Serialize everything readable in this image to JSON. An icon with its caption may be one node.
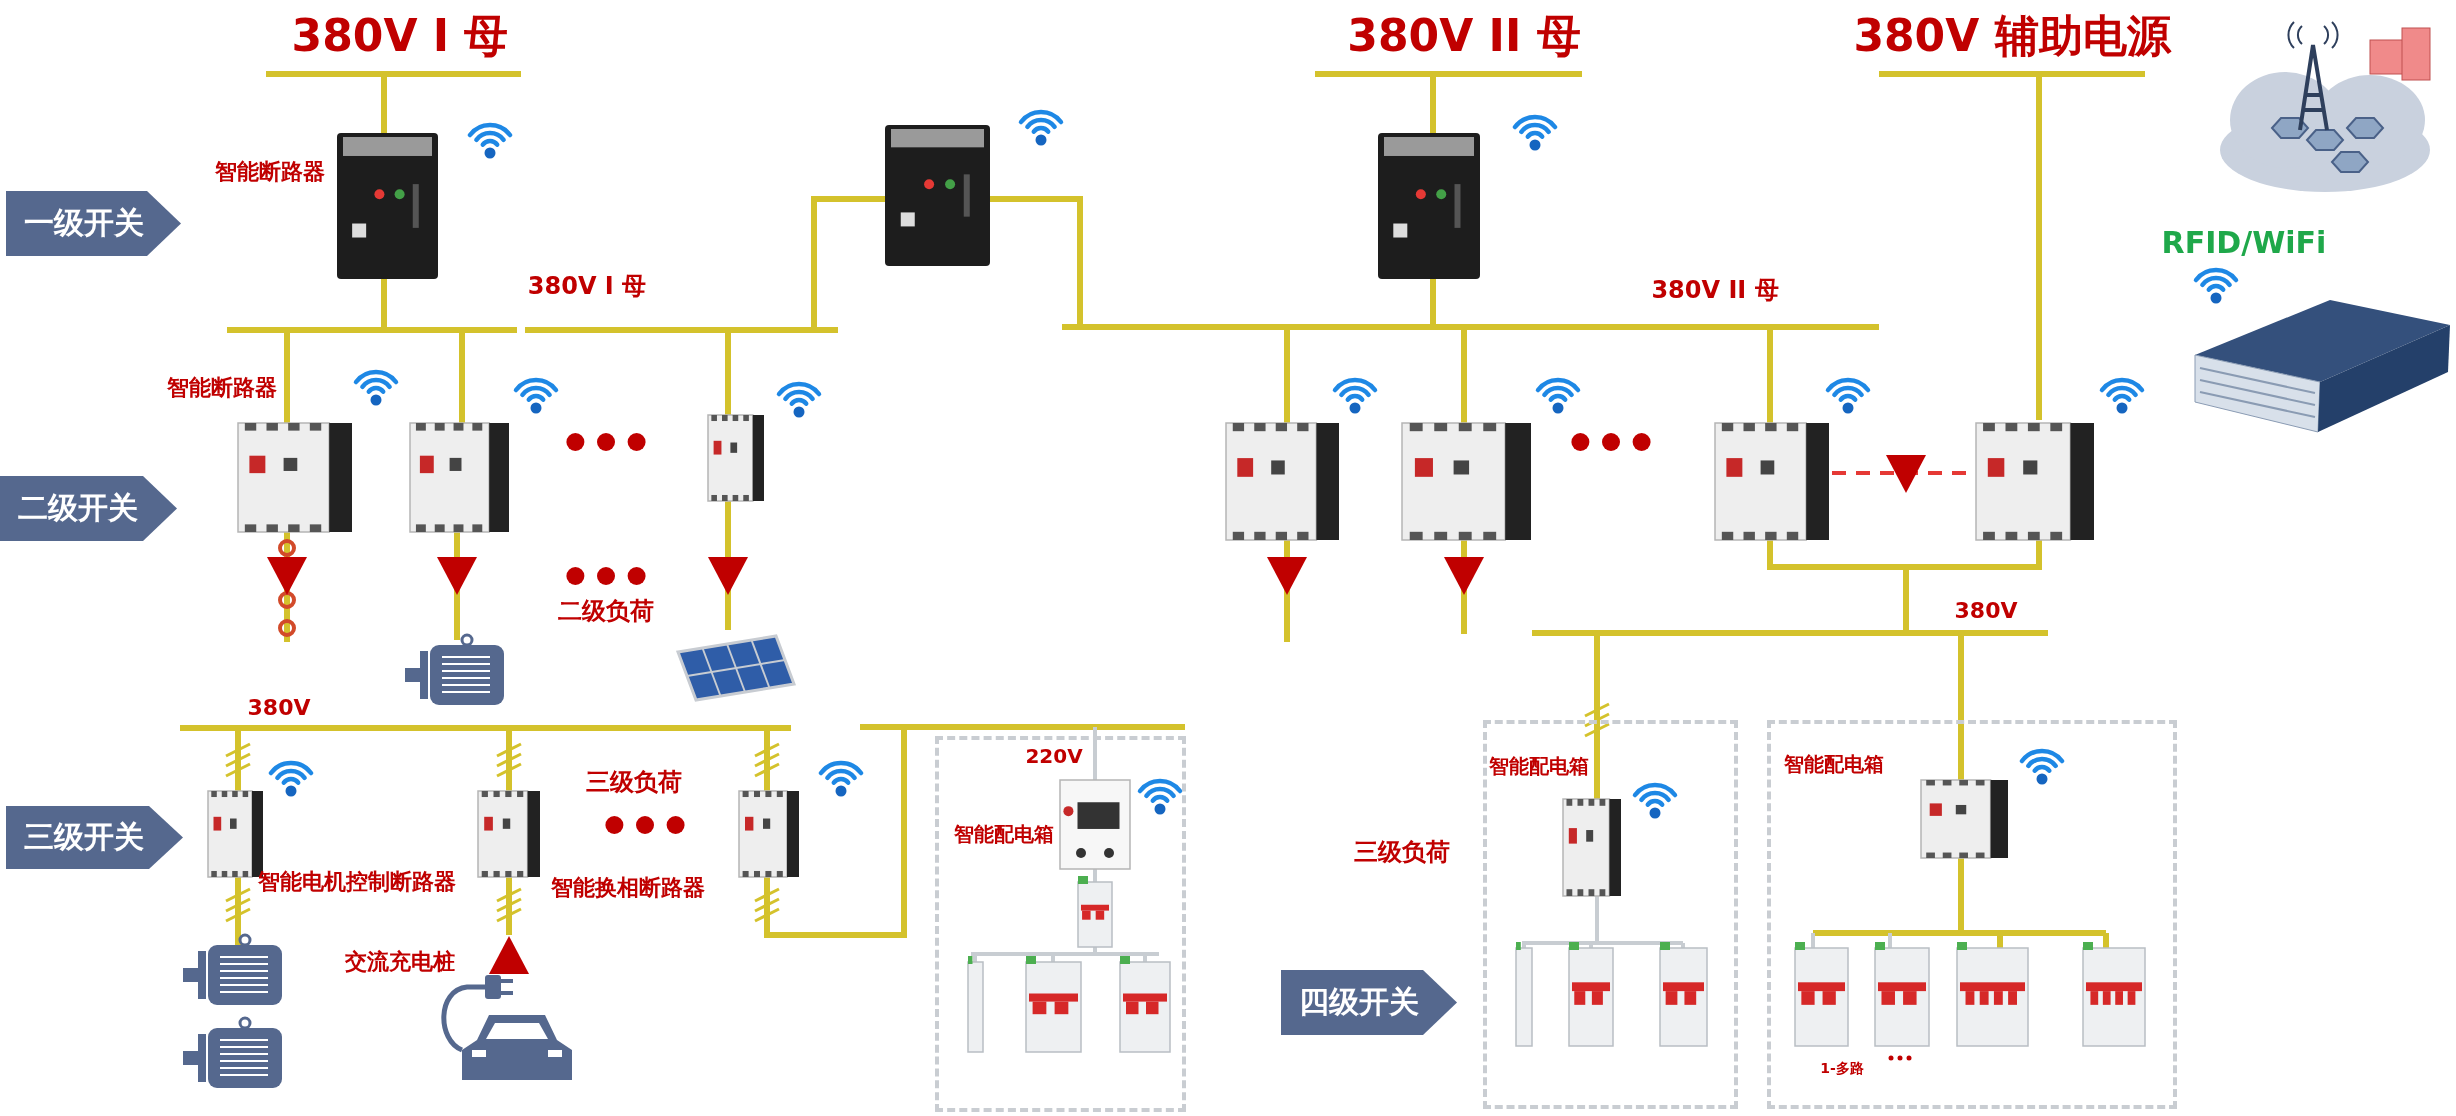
{
  "diagram": {
    "nodes": [
      {
        "text": [
          "一级开关"
        ]
      },
      {
        "text": [
          "二级开关"
        ]
      },
      {
        "text": [
          "三级开关"
        ]
      },
      {
        "text": [
          "四级开关"
        ]
      },
      {
        "text": [
          "220V",
          "智能配电箱"
        ]
      },
      {
        "text": [
          "智能配电箱"
        ]
      },
      {
        "text": [
          "智能配电箱"
        ]
      }
    ],
    "labels": [
      "380V I 母",
      "380V II 母",
      "380V 辅助电源",
      "智能断路器",
      "RFID/WiFi",
      "380V I 母",
      "380V II 母",
      "智能断路器",
      "380V",
      "二级负荷",
      "380V",
      "三级负荷",
      "三级负荷",
      "智能电机控制断路器",
      "智能换相断路器",
      "交流充电桩",
      "1-多路"
    ]
  }
}
